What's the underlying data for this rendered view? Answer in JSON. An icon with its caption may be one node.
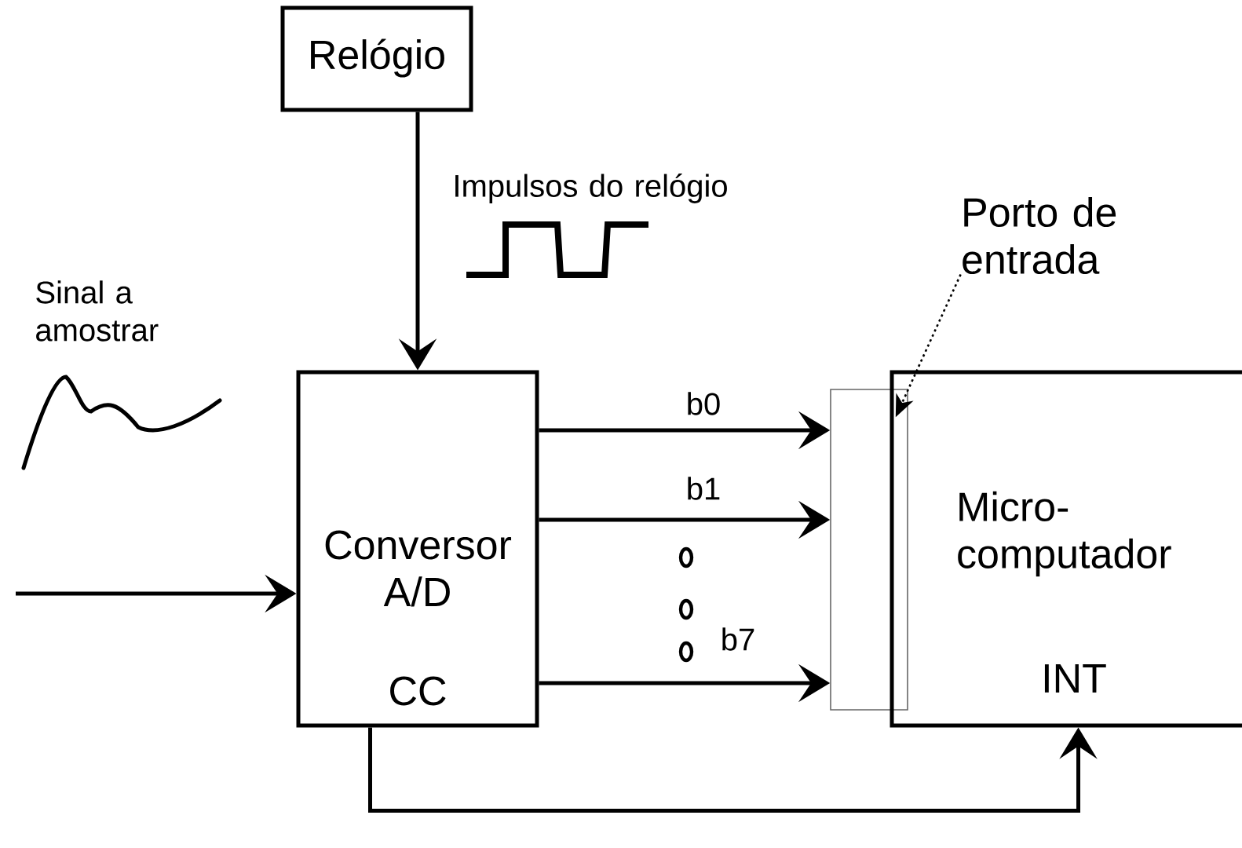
{
  "diagram": {
    "nodes": [
      {
        "text": [
          "Relógio"
        ]
      },
      {
        "text": [
          "Conversor A/D",
          "CC"
        ]
      },
      {
        "text": [],
        "shape": "bar"
      },
      {
        "text": [
          "Micro- computador",
          "INT"
        ]
      },
      {
        "text": [
          "Porto de entrada"
        ]
      }
    ],
    "edges": [
      {
        "from": 0,
        "to": 1,
        "arrow": "to"
      },
      {
        "from": null,
        "to": 1,
        "arrow": "to"
      },
      {
        "from": 1,
        "to": 2,
        "arrow": "to",
        "label": "b0"
      },
      {
        "from": 1,
        "to": 2,
        "arrow": "to",
        "label": "b1"
      },
      {
        "from": 1,
        "to": 2,
        "arrow": "to",
        "label": "b7"
      },
      {
        "from": 1,
        "to": 3,
        "arrow": "to"
      },
      {
        "from": 4,
        "to": 2,
        "arrow": "to",
        "style": "dashed"
      }
    ],
    "labels": [
      "Impulsos do relógio",
      "Sinal a amostrar"
    ]
  }
}
